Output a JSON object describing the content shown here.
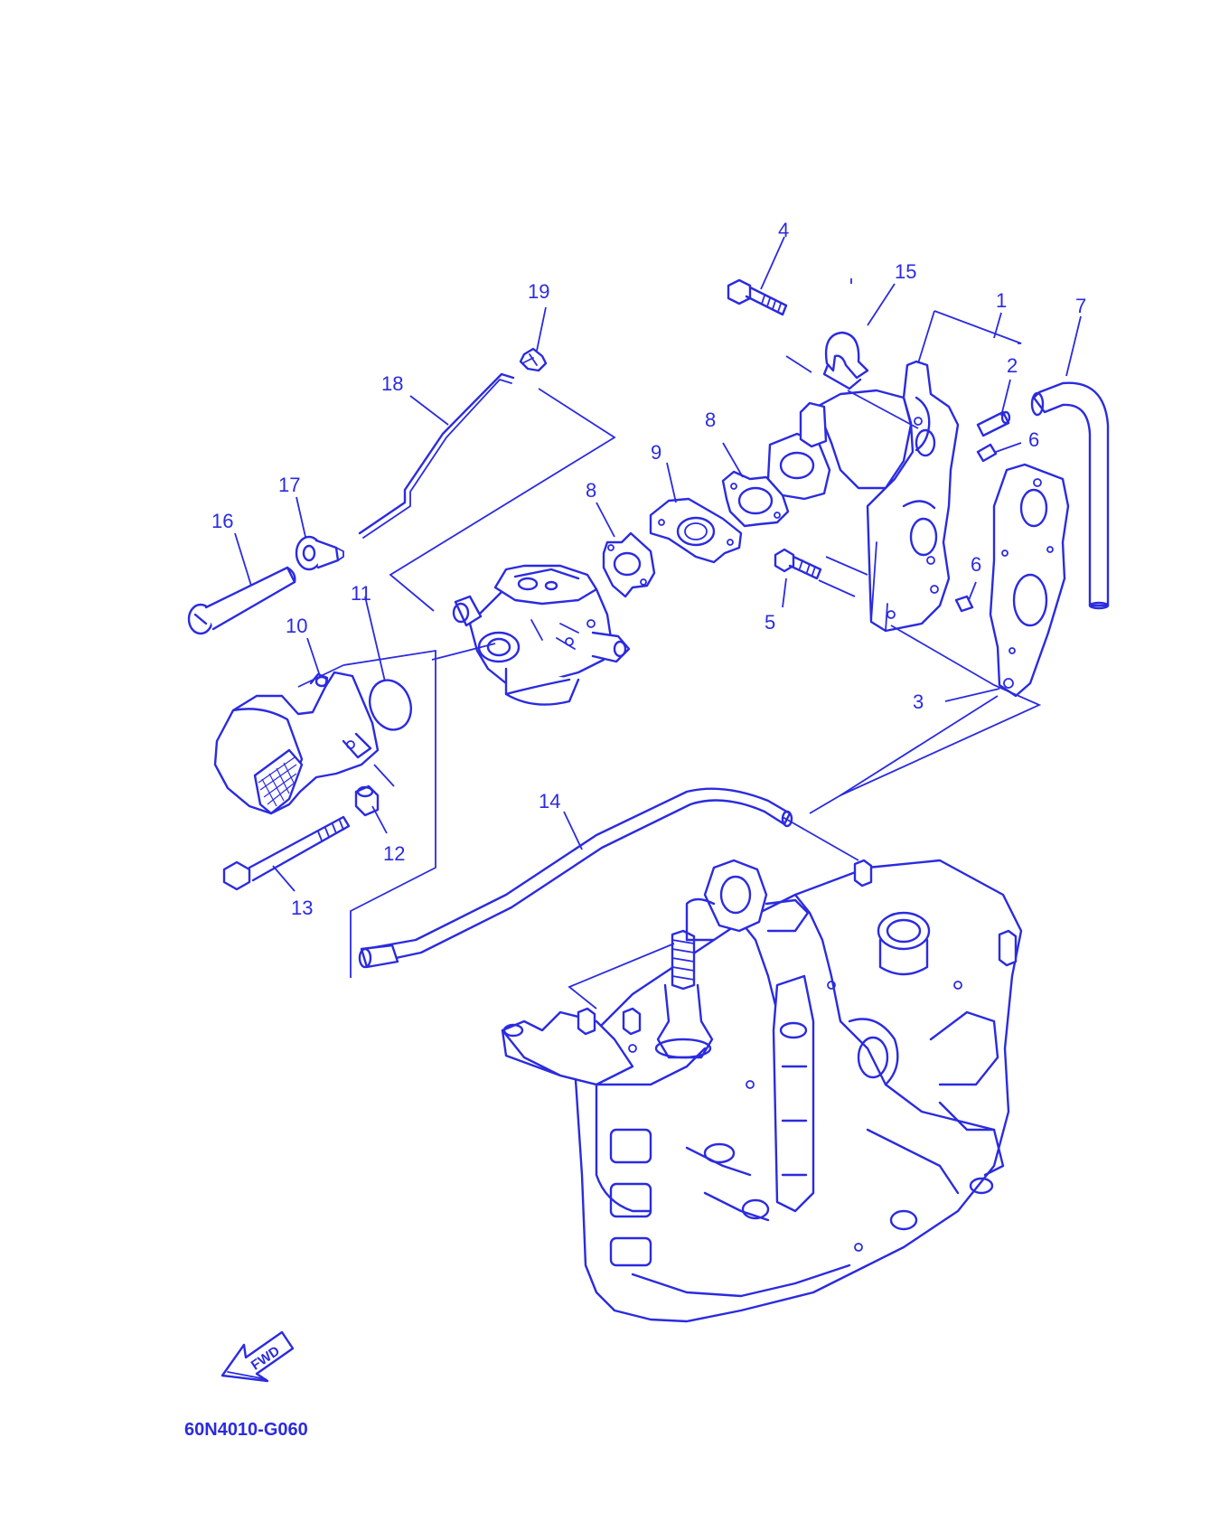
{
  "diagram_code": "60N4010-G060",
  "fwd_label": "FWD",
  "colors": {
    "line": "#2b2be0",
    "background": "#ffffff"
  },
  "callouts": {
    "c1": "1",
    "c2": "2",
    "c3": "3",
    "c4": "4",
    "c5": "5",
    "c6a": "6",
    "c6b": "6",
    "c7": "7",
    "c8a": "8",
    "c8b": "8",
    "c9": "9",
    "c10": "10",
    "c11": "11",
    "c12": "12",
    "c13": "13",
    "c14": "14",
    "c15": "15",
    "c16": "16",
    "c17": "17",
    "c18": "18",
    "c19": "19"
  }
}
